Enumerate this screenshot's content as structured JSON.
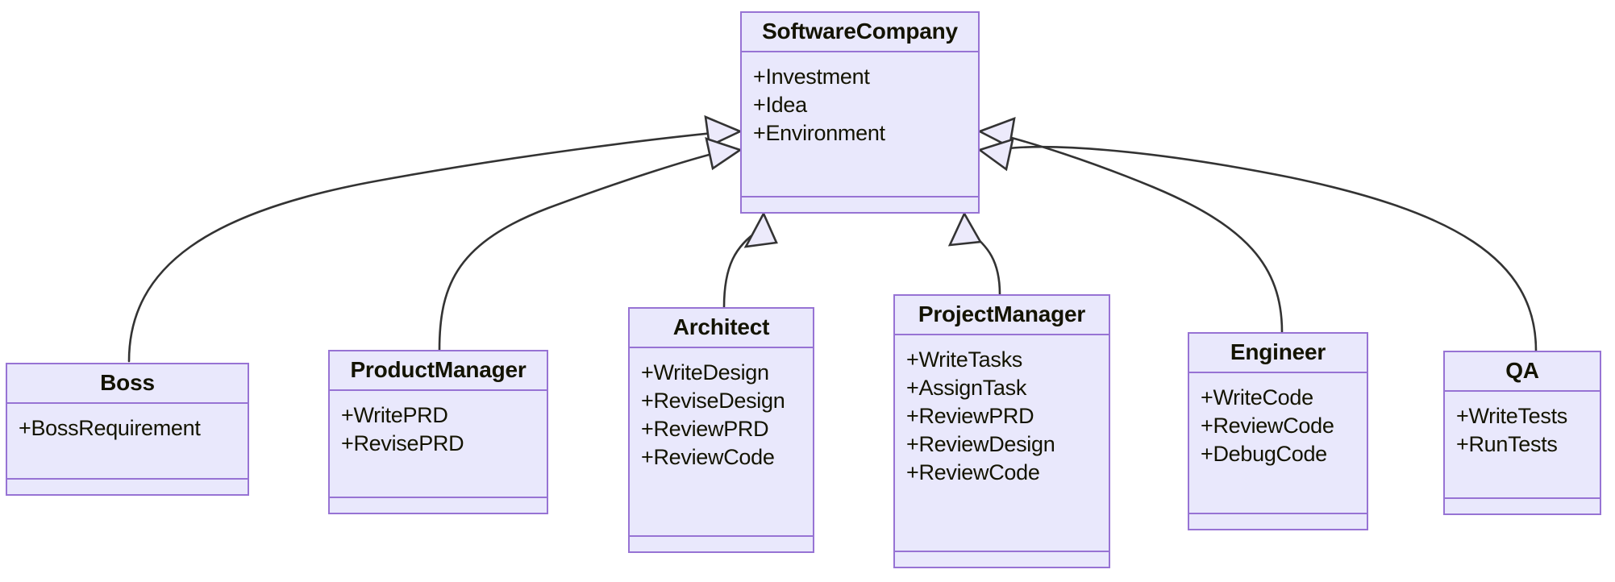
{
  "diagram": {
    "kind": "uml-class-diagram",
    "relationship": "generalization",
    "colors": {
      "node_fill": "#E9E8FC",
      "node_border": "#9773D4",
      "edge_stroke": "#333333",
      "arrowhead_fill": "#ECEAFB",
      "text": "#131300",
      "background": "#FFFFFF"
    },
    "classes": [
      {
        "id": "software-company",
        "name": "SoftwareCompany",
        "attributes": [
          "+Investment",
          "+Idea",
          "+Environment"
        ],
        "methods": []
      },
      {
        "id": "boss",
        "name": "Boss",
        "attributes": [
          "+BossRequirement"
        ],
        "methods": []
      },
      {
        "id": "product-manager",
        "name": "ProductManager",
        "attributes": [
          "+WritePRD",
          "+RevisePRD"
        ],
        "methods": []
      },
      {
        "id": "architect",
        "name": "Architect",
        "attributes": [
          "+WriteDesign",
          "+ReviseDesign",
          "+ReviewPRD",
          "+ReviewCode"
        ],
        "methods": []
      },
      {
        "id": "project-manager",
        "name": "ProjectManager",
        "attributes": [
          "+WriteTasks",
          "+AssignTask",
          "+ReviewPRD",
          "+ReviewDesign",
          "+ReviewCode"
        ],
        "methods": []
      },
      {
        "id": "engineer",
        "name": "Engineer",
        "attributes": [
          "+WriteCode",
          "+ReviewCode",
          "+DebugCode"
        ],
        "methods": []
      },
      {
        "id": "qa",
        "name": "QA",
        "attributes": [
          "+WriteTests",
          "+RunTests"
        ],
        "methods": []
      }
    ],
    "edges": [
      {
        "from": "boss",
        "to": "software-company",
        "type": "generalization"
      },
      {
        "from": "product-manager",
        "to": "software-company",
        "type": "generalization"
      },
      {
        "from": "architect",
        "to": "software-company",
        "type": "generalization"
      },
      {
        "from": "project-manager",
        "to": "software-company",
        "type": "generalization"
      },
      {
        "from": "engineer",
        "to": "software-company",
        "type": "generalization"
      },
      {
        "from": "qa",
        "to": "software-company",
        "type": "generalization"
      }
    ]
  }
}
